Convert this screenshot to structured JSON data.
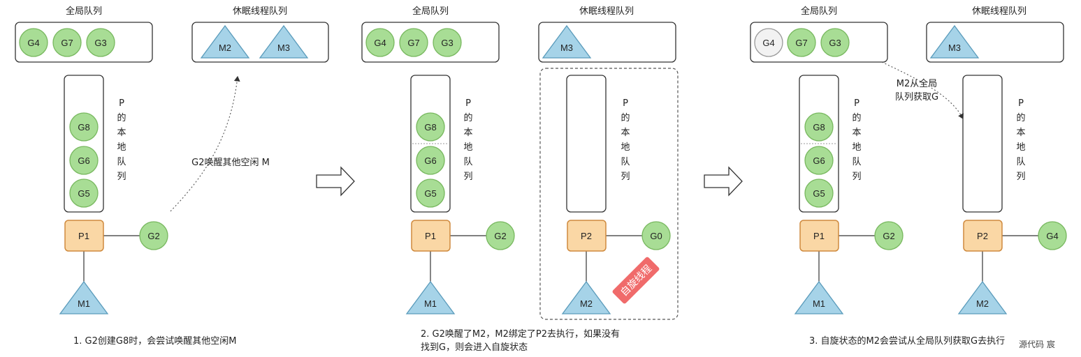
{
  "labels": {
    "global_queue": "全局队列",
    "sleep_queue": "休眠线程队列",
    "p_local_queue": [
      "P",
      "的",
      "本",
      "地",
      "队",
      "列"
    ]
  },
  "panel1": {
    "global": [
      "G4",
      "G7",
      "G3"
    ],
    "sleep": [
      "M2",
      "M3"
    ],
    "local": [
      "G8",
      "G6",
      "G5"
    ],
    "p": "P1",
    "g_running": "G2",
    "m": "M1",
    "arrow_label": "G2唤醒其他空闲 M",
    "caption": "1. G2创建G8时，会尝试唤醒其他空闲M"
  },
  "panel2": {
    "global": [
      "G4",
      "G7",
      "G3"
    ],
    "sleep": [
      "M3"
    ],
    "local": [
      "G8",
      "G6",
      "G5"
    ],
    "p1": "P1",
    "g1": "G2",
    "m1": "M1",
    "p2": "P2",
    "g2": "G0",
    "m2": "M2",
    "stamp": "自旋线程",
    "caption_line1": "2. G2唤醒了M2，M2绑定了P2去执行，如果没有",
    "caption_line2": "找到G，则会进入自旋状态"
  },
  "panel3": {
    "global": [
      "G4",
      "G7",
      "G3"
    ],
    "sleep": [
      "M3"
    ],
    "local": [
      "G8",
      "G6",
      "G5"
    ],
    "p1": "P1",
    "g1": "G2",
    "m1": "M1",
    "p2": "P2",
    "g2": "G4",
    "m2": "M2",
    "arrow_label_line1": "M2从全局",
    "arrow_label_line2": "队列获取G",
    "caption": "3. 自旋状态的M2会尝试从全局队列获取G去执行"
  },
  "watermark": "源代码    宸",
  "colors": {
    "g_fill": "#a8dd95",
    "g_stroke": "#78b85f",
    "g_taken_fill": "#f2f2f2",
    "p_fill": "#fad7a5",
    "p_stroke": "#cf8a3e",
    "m_fill": "#a6d3e8",
    "m_stroke": "#5a9bbb",
    "stamp_fill": "#f06b6b"
  }
}
